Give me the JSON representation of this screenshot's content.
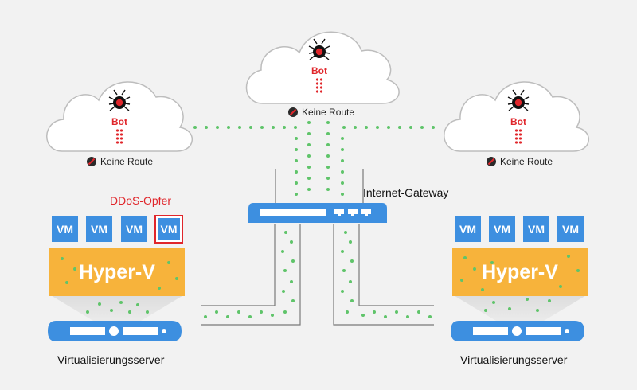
{
  "clouds": [
    {
      "bot_label": "Bot",
      "no_route_label": "Keine Route"
    },
    {
      "bot_label": "Bot",
      "no_route_label": "Keine Route"
    },
    {
      "bot_label": "Bot",
      "no_route_label": "Keine Route"
    }
  ],
  "gateway": {
    "label": "Internet-Gateway"
  },
  "left_server": {
    "victim_label": "DDoS-Opfer",
    "vms": [
      "VM",
      "VM",
      "VM",
      "VM"
    ],
    "hypervisor_label": "Hyper-V",
    "caption": "Virtualisierungsserver"
  },
  "right_server": {
    "vms": [
      "VM",
      "VM",
      "VM",
      "VM"
    ],
    "hypervisor_label": "Hyper-V",
    "caption": "Virtualisierungsserver"
  },
  "colors": {
    "accent_blue": "#3d8fe0",
    "hyperv_orange": "#f7b33b",
    "bot_red": "#e0262b",
    "traffic_green": "#5fc46a"
  }
}
